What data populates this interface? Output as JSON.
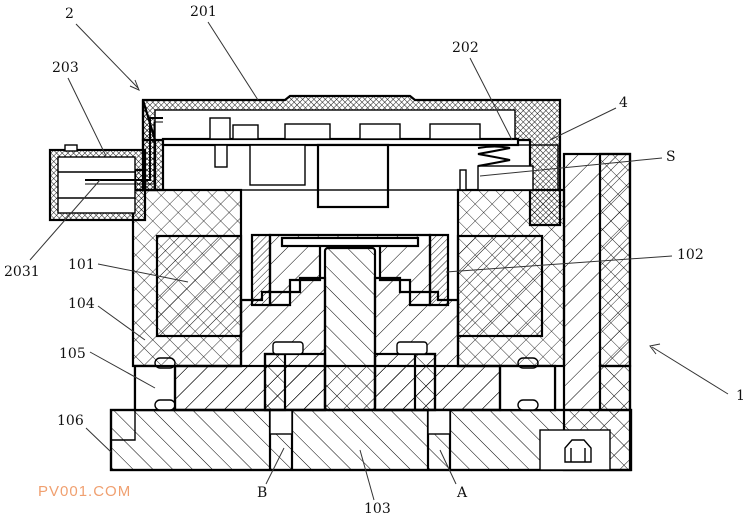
{
  "figure": {
    "type": "patent cross-section drawing",
    "watermark": "PV001.COM",
    "colors": {
      "line": "#000000",
      "watermark": "#f0a070",
      "background": "#ffffff"
    }
  },
  "labels": {
    "l2": "2",
    "l201": "201",
    "l203": "203",
    "l202": "202",
    "l4": "4",
    "lS": "S",
    "l2031": "2031",
    "l101": "101",
    "l102": "102",
    "l104": "104",
    "l105": "105",
    "l106": "106",
    "l1": "1",
    "lB": "B",
    "lA": "A",
    "l103": "103"
  }
}
